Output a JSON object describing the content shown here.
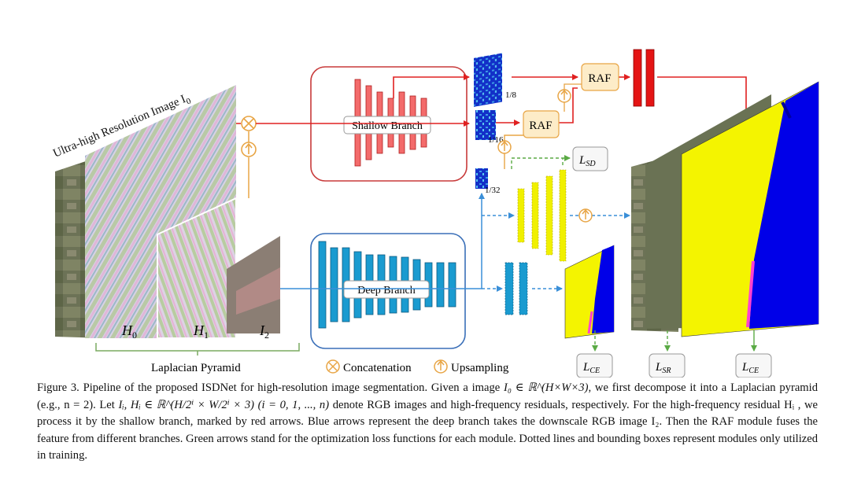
{
  "figure": {
    "input_label": "Ultra-high Resolution Image I",
    "input_sub": "0",
    "pyramid": {
      "h0": "H",
      "h0_sub": "0",
      "h1": "H",
      "h1_sub": "1",
      "i2": "I",
      "i2_sub": "2",
      "label": "Laplacian Pyramid"
    },
    "shallow_branch": "Shallow Branch",
    "deep_branch": "Deep Branch",
    "scales": [
      "1/8",
      "1/16",
      "1/32"
    ],
    "raf": "RAF",
    "losses": {
      "sd": "L",
      "sd_sub": "SD",
      "ce_left": "L",
      "ce_left_sub": "CE",
      "sr": "L",
      "sr_sub": "SR",
      "ce_right": "L",
      "ce_right_sub": "CE"
    },
    "legend": {
      "concat": "Concatenation",
      "upsample": "Upsampling"
    },
    "colors": {
      "shallow": "#e02020",
      "deep": "#3a8fd8",
      "loss": "#5aaa45",
      "raf_fill": "#fdecc8",
      "raf_stroke": "#e8a545",
      "seg_yellow": "#f4f400",
      "seg_blue": "#0000e8"
    }
  },
  "caption": {
    "p1_start": "Figure 3. Pipeline of the proposed ISDNet for high-resolution image segmentation. Given a image ",
    "p1_math": "I₀ ∈ ℝ^(H×W×3)",
    "p1_end": ", we first decompose it into a Laplacian pyramid (e.g., n = 2). Let ",
    "p2_math": "Iᵢ, Hᵢ ∈ ℝ^(H/2ⁱ × W/2ⁱ × 3) (i = 0, 1, ..., n)",
    "p2_end": " denote RGB images and high-frequency residuals, respectively. For the high-frequency residual Hᵢ , we process it by the shallow branch, marked by red arrows. Blue arrows represent the deep branch takes the downscale RGB image I₂. Then the RAF module fuses the feature from different branches. Green arrows stand for the optimization loss functions for each module. Dotted lines and bounding boxes represent modules only utilized in training."
  }
}
